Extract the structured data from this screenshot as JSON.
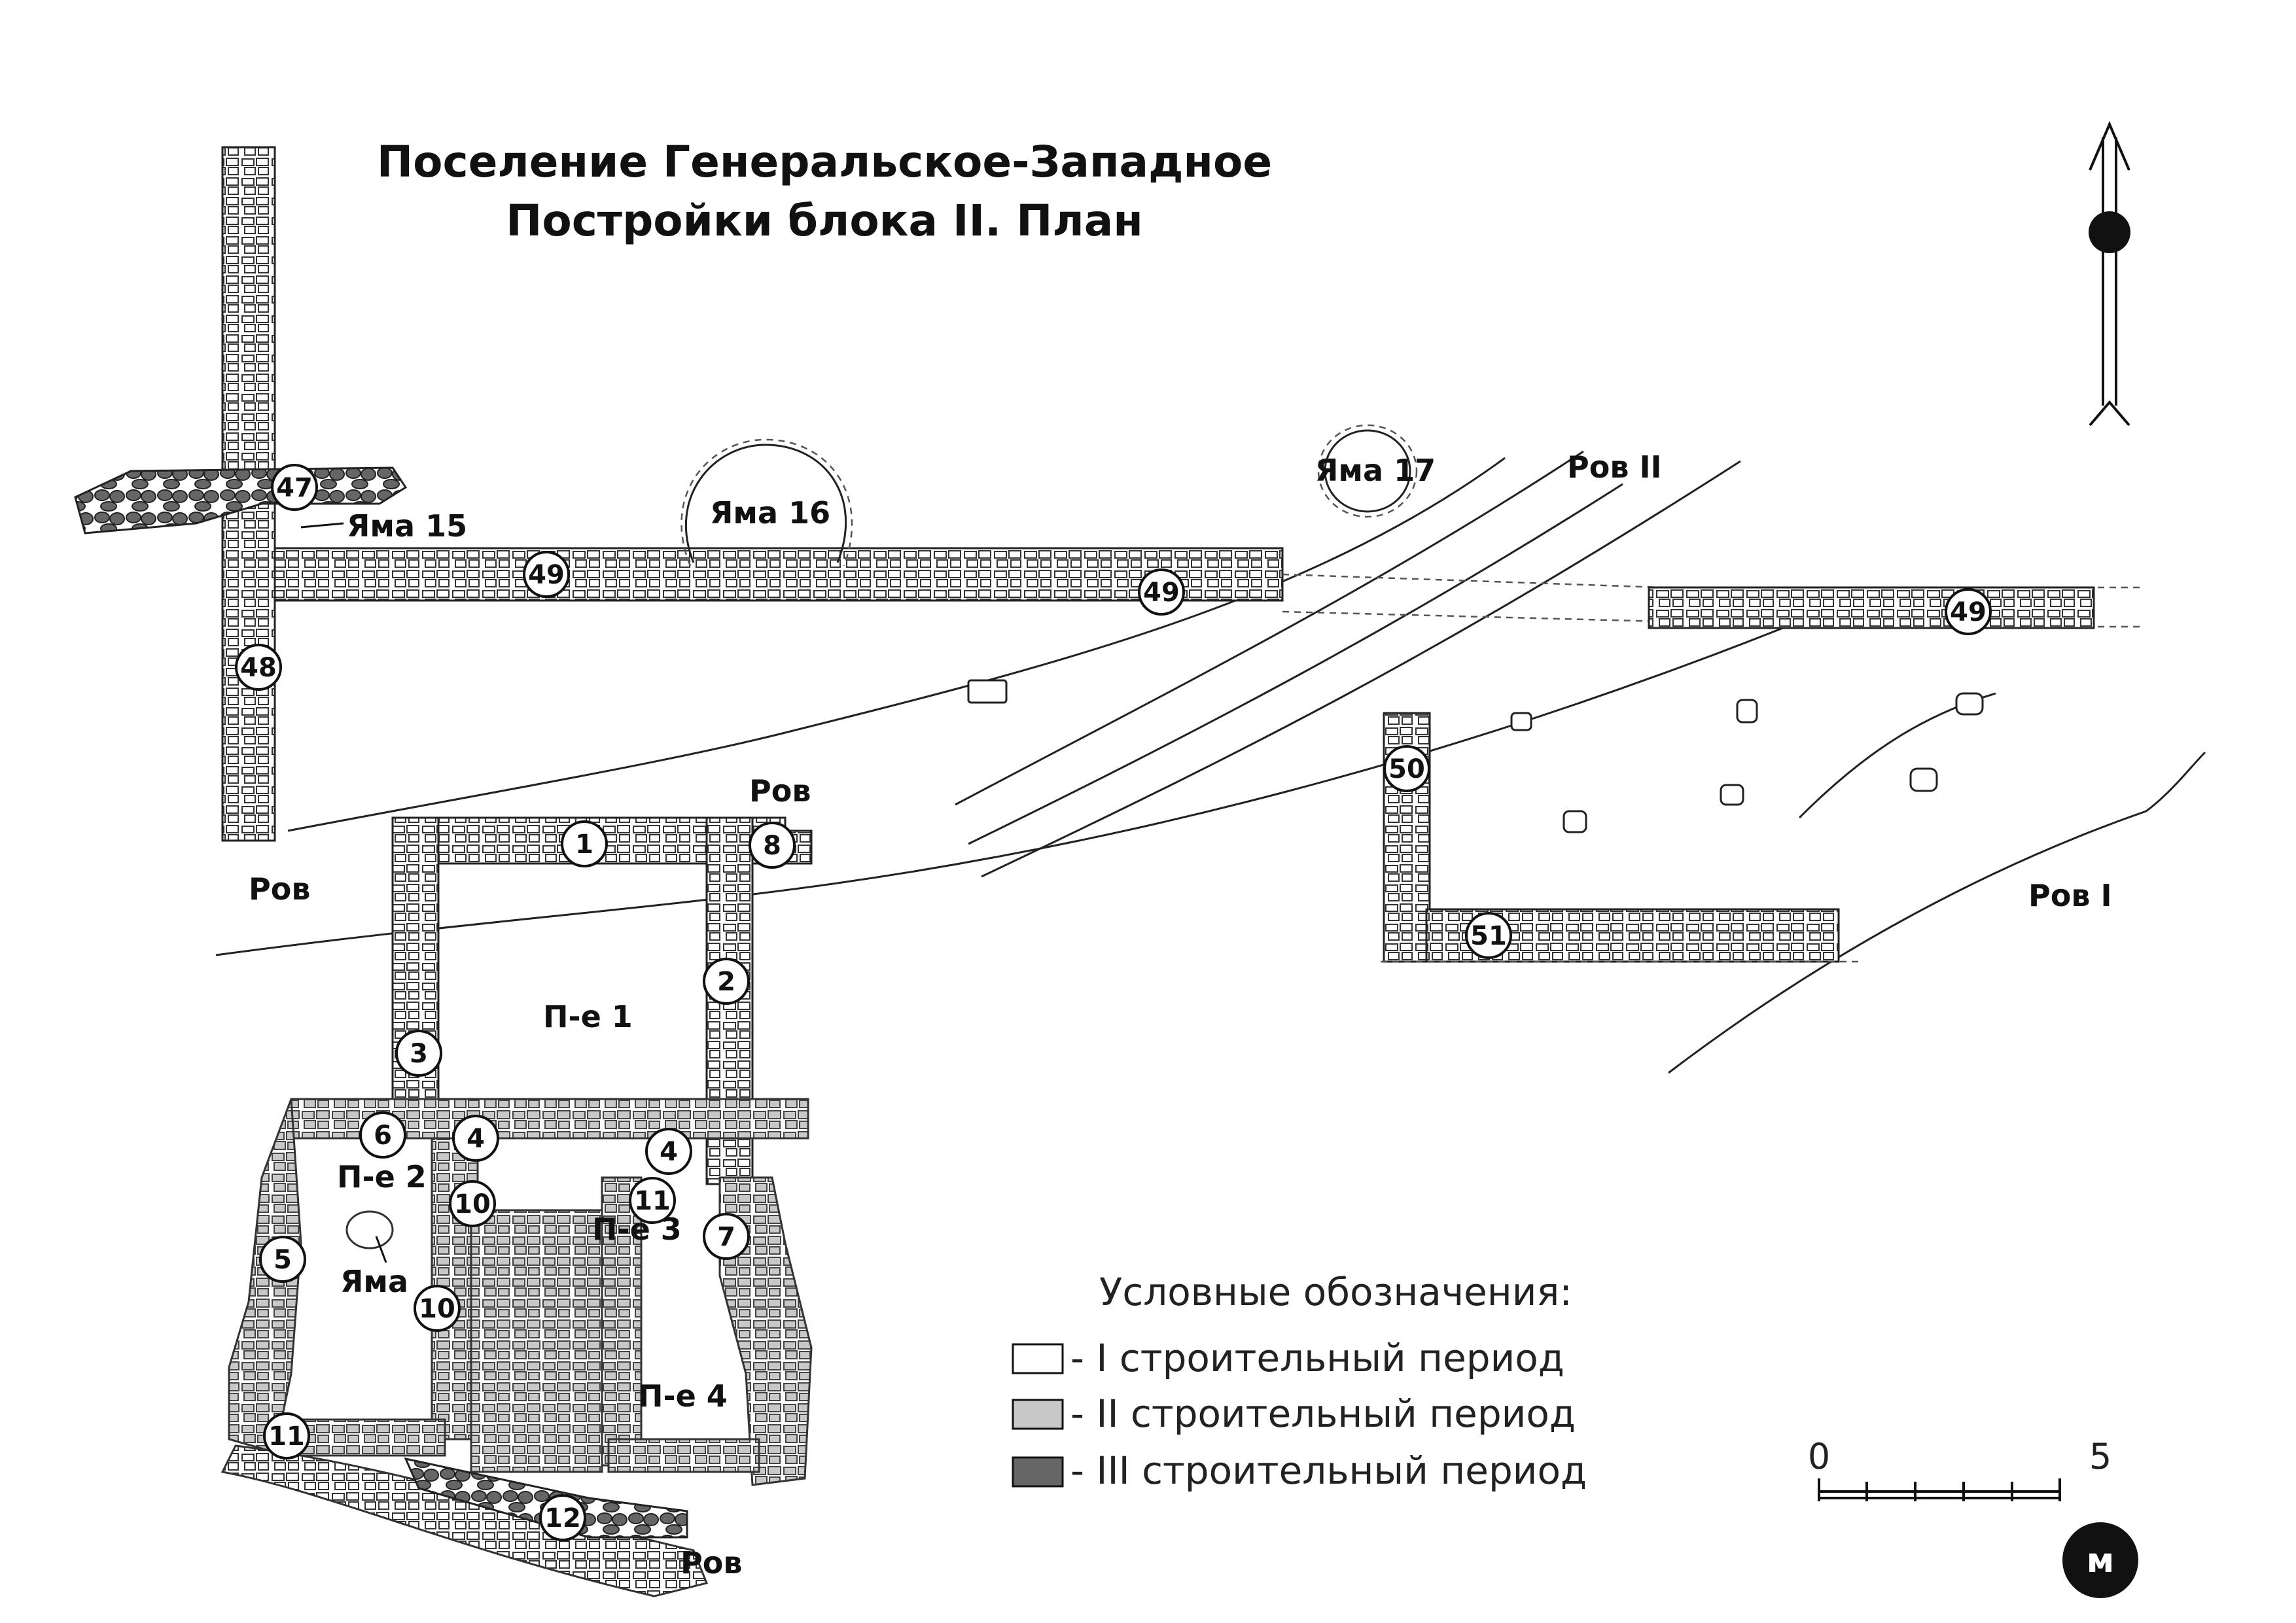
{
  "title": {
    "line1": "Поселение Генеральское-Западное",
    "line2": "Постройки блока II. План"
  },
  "legend": {
    "heading": "Условные обозначения:",
    "items": [
      {
        "label": "- I  строительный период",
        "color": "#ffffff"
      },
      {
        "label": "- II  строительный период",
        "color": "#c8c8c8"
      },
      {
        "label": "- III  строительный период",
        "color": "#666666"
      }
    ]
  },
  "scale": {
    "zero": "0",
    "max": "5",
    "unit": "м"
  },
  "north_arrow": {
    "icon": "north-arrow-icon"
  },
  "features": {
    "pit15": "Яма 15",
    "pit16": "Яма 16",
    "pit17": "Яма 17",
    "pit": "Яма",
    "ditch": "Ров",
    "ditch1": "Ров I",
    "ditch2": "Ров II",
    "room1": "П-е 1",
    "room2": "П-е 2",
    "room3": "П-е 3",
    "room4": "П-е 4"
  },
  "wall_numbers": {
    "w1": "1",
    "w2": "2",
    "w3": "3",
    "w4a": "4",
    "w4b": "4",
    "w5": "5",
    "w6": "6",
    "w7": "7",
    "w8": "8",
    "w10a": "10",
    "w10b": "10",
    "w11a": "11",
    "w11b": "11",
    "w12": "12",
    "w47": "47",
    "w48": "48",
    "w49a": "49",
    "w49b": "49",
    "w49c": "49",
    "w50": "50",
    "w51": "51"
  },
  "colors": {
    "period1": "#ffffff",
    "period2": "#c8c8c8",
    "period3": "#666666",
    "ink": "#111111"
  }
}
